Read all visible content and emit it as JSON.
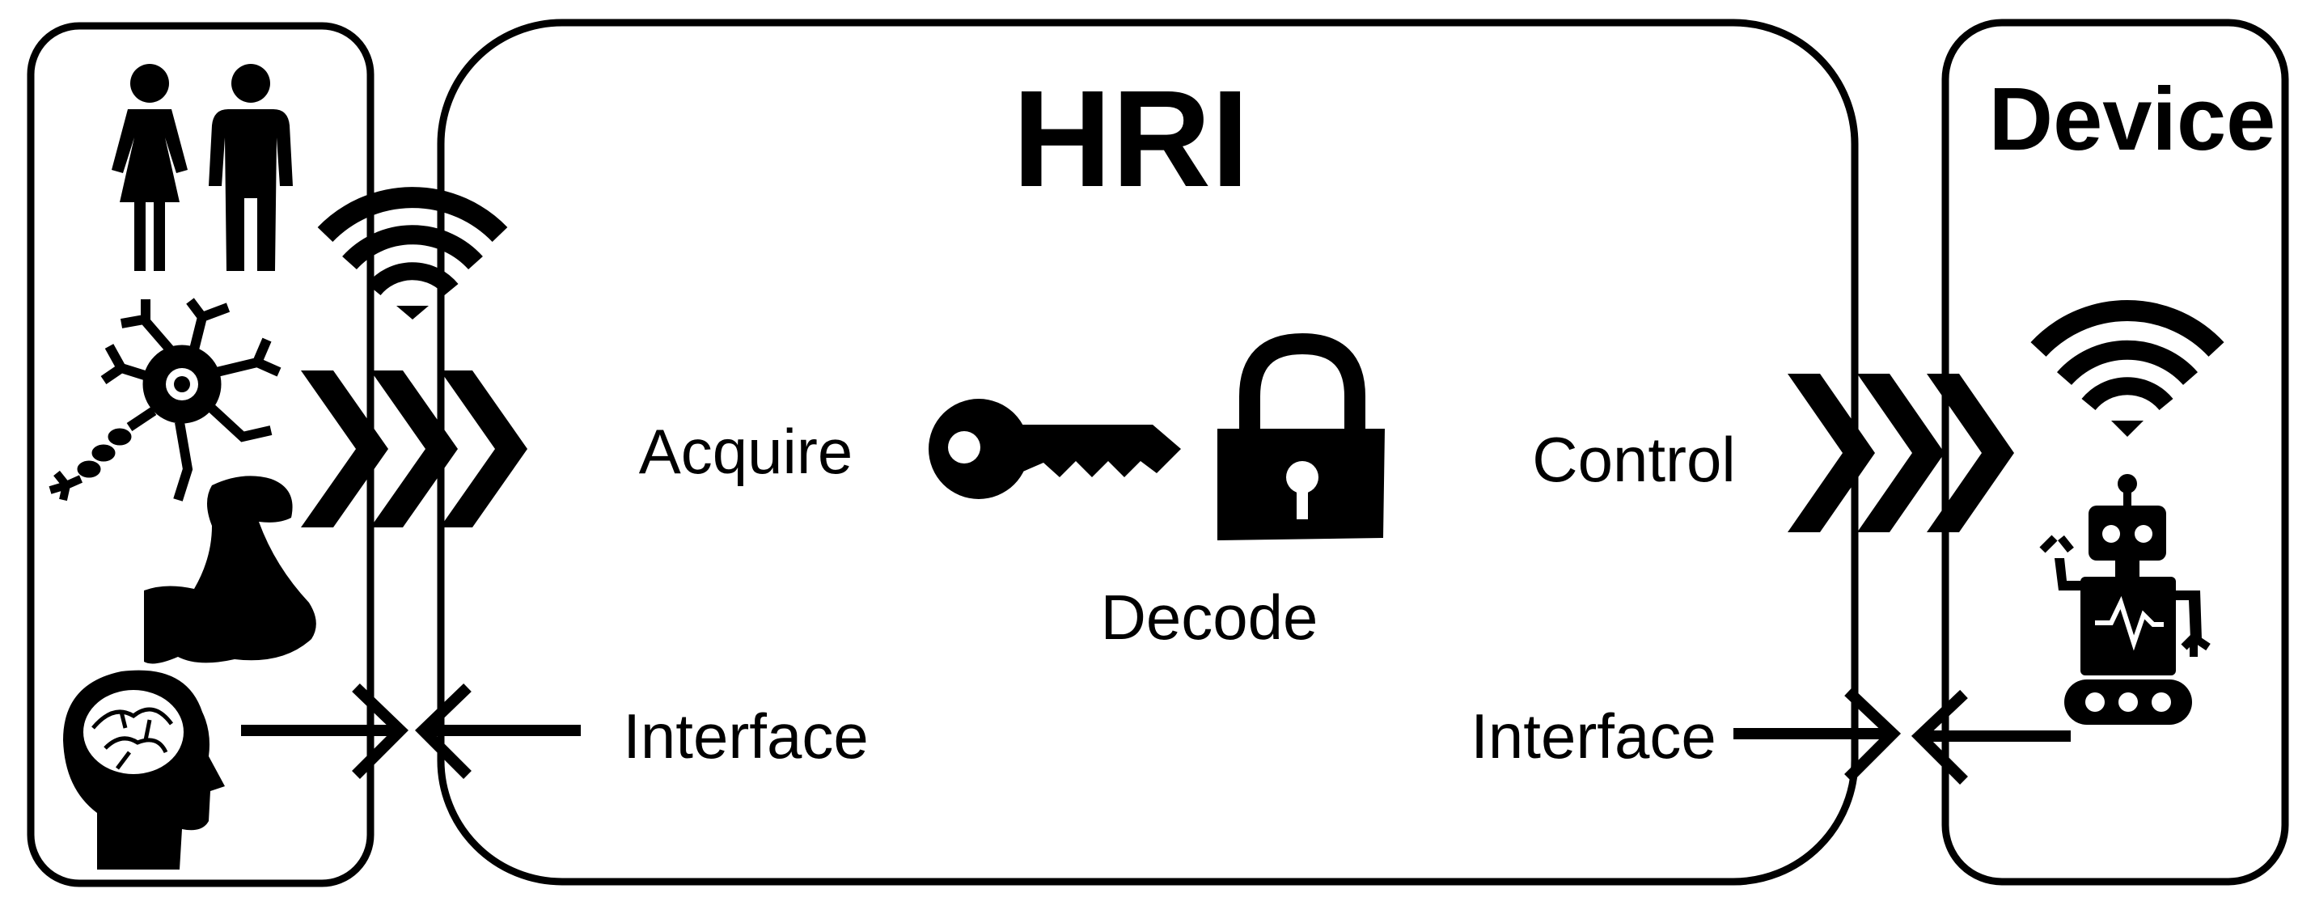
{
  "diagram": {
    "hri_title": "HRI",
    "device_title": "Device",
    "acquire_label": "Acquire",
    "decode_label": "Decode",
    "control_label": "Control",
    "interface_left_label": "Interface",
    "interface_right_label": "Interface"
  },
  "icons": [
    "people-icon",
    "wireless-signal-icon",
    "neuron-icon",
    "muscle-icon",
    "brain-head-icon",
    "key-icon",
    "padlock-icon",
    "robot-icon",
    "chevron-arrows-icon"
  ],
  "colors": {
    "ink": "#000000",
    "background": "#ffffff"
  }
}
